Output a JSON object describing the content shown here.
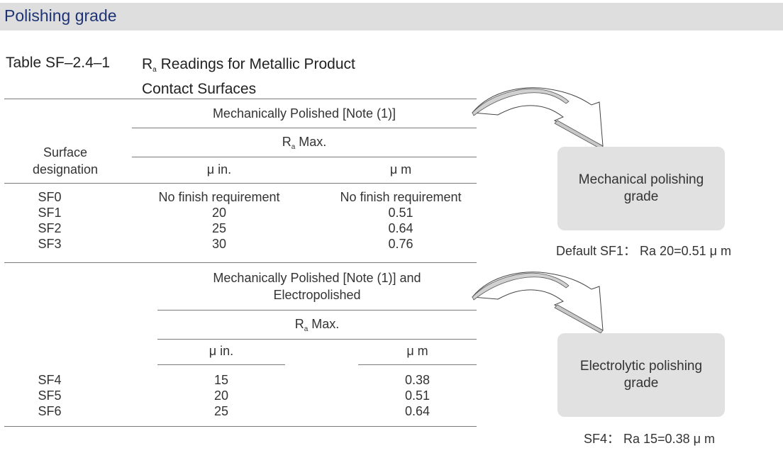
{
  "header": {
    "title": "Polishing grade",
    "background": "#dedede",
    "title_color": "#1e3474"
  },
  "table": {
    "label": "Table SF–2.4–1",
    "title_line1_prefix": "R",
    "title_line1_sub": "a",
    "title_line1_rest": " Readings for Metallic Product",
    "title_line2": "Contact Surfaces",
    "section1": {
      "group_header": "Mechanically Polished [Note (1)]",
      "ra_prefix": "R",
      "ra_sub": "a",
      "ra_rest": " Max.",
      "row_header_line1": "Surface",
      "row_header_line2": "designation",
      "col_uin": "μ in.",
      "col_um": "μ m",
      "rows": [
        {
          "designation": "SF0",
          "uin": "No finish requirement",
          "um": "No finish requirement"
        },
        {
          "designation": "SF1",
          "uin": "20",
          "um": "0.51"
        },
        {
          "designation": "SF2",
          "uin": "25",
          "um": "0.64"
        },
        {
          "designation": "SF3",
          "uin": "30",
          "um": "0.76"
        }
      ]
    },
    "section2": {
      "group_header_line1": "Mechanically Polished [Note (1)] and",
      "group_header_line2": "Electropolished",
      "ra_prefix": "R",
      "ra_sub": "a",
      "ra_rest": " Max.",
      "col_uin": "μ in.",
      "col_um": "μ m",
      "rows": [
        {
          "designation": "SF4",
          "uin": "15",
          "um": "0.38"
        },
        {
          "designation": "SF5",
          "uin": "20",
          "um": "0.51"
        },
        {
          "designation": "SF6",
          "uin": "25",
          "um": "0.64"
        }
      ]
    }
  },
  "grades": [
    {
      "box_line1": "Mechanical polishing",
      "box_line2": "grade",
      "note": "Default SF1： Ra 20=0.51 μ m"
    },
    {
      "box_line1": "Electrolytic polishing",
      "box_line2": "grade",
      "note": "SF4： Ra 15=0.38 μ m"
    }
  ],
  "icons": {
    "arrow1": "curved-arrow-icon",
    "arrow2": "curved-arrow-icon"
  }
}
